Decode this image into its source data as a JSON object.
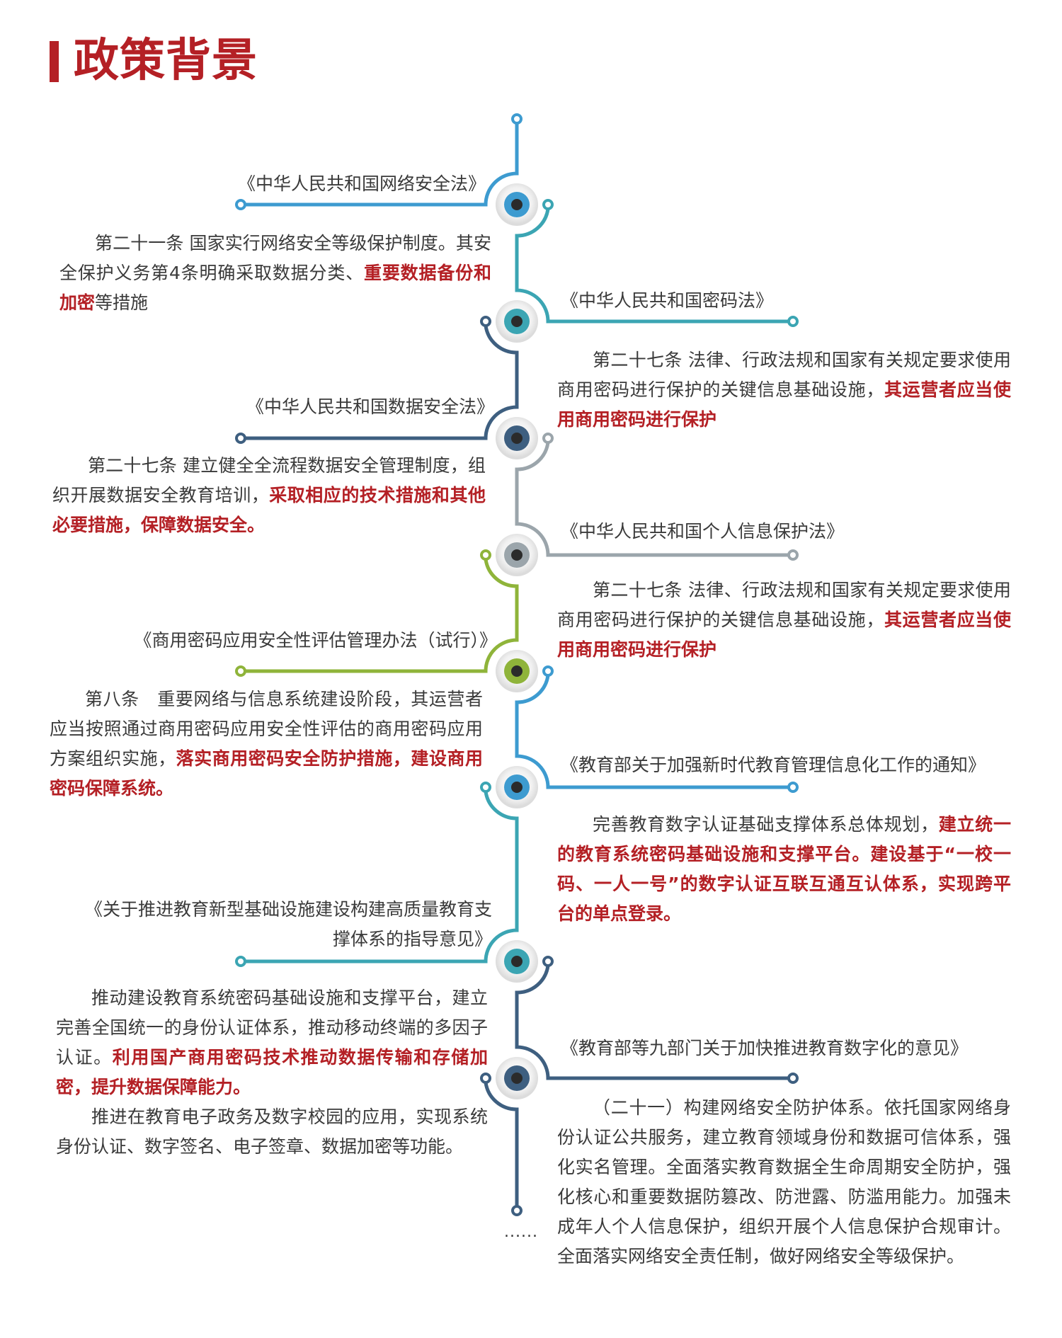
{
  "page_title": "政策背景",
  "colors": {
    "accent": "#b42025",
    "blue": "#3d9bd0",
    "teal": "#3ba5b3",
    "slate": "#3e5f80",
    "gray": "#9ba5ab",
    "green": "#8fb43a"
  },
  "timeline": {
    "node_colors": [
      "#3d9bd0",
      "#3ba5b3",
      "#3e5f80",
      "#9ba5ab",
      "#8fb43a",
      "#3d9bd0",
      "#3ba5b3",
      "#3e5f80"
    ],
    "tail_color": "#3e5f80",
    "ellipsis": "......"
  },
  "entries": [
    {
      "title": "《中华人民共和国网络安全法》",
      "paras": [
        [
          {
            "t": "第二十一条 国家实行网络安全等级保护制度。其安全保护义务第4条明确采取数据分类、"
          },
          {
            "t": "重要数据备份和加密",
            "hl": true
          },
          {
            "t": "等措施"
          }
        ]
      ]
    },
    {
      "title": "《中华人民共和国密码法》",
      "paras": [
        [
          {
            "t": "第二十七条 法律、行政法规和国家有关规定要求使用商用密码进行保护的关键信息基础设施，"
          },
          {
            "t": "其运营者应当使用商用密码进行保护",
            "hl": true
          }
        ]
      ]
    },
    {
      "title": "《中华人民共和国数据安全法》",
      "paras": [
        [
          {
            "t": "第二十七条 建立健全全流程数据安全管理制度，组织开展数据安全教育培训，"
          },
          {
            "t": "采取相应的技术措施和其他必要措施，保障数据安全。",
            "hl": true
          }
        ]
      ]
    },
    {
      "title": "《中华人民共和国个人信息保护法》",
      "paras": [
        [
          {
            "t": "第二十七条 法律、行政法规和国家有关规定要求使用商用密码进行保护的关键信息基础设施，"
          },
          {
            "t": "其运营者应当使用商用密码进行保护",
            "hl": true
          }
        ]
      ]
    },
    {
      "title": "《商用密码应用安全性评估管理办法（试行）》",
      "paras": [
        [
          {
            "t": "第八条　重要网络与信息系统建设阶段，其运营者应当按照通过商用密码应用安全性评估的商用密码应用方案组织实施，"
          },
          {
            "t": "落实商用密码安全防护措施，建设商用密码保障系统。",
            "hl": true
          }
        ]
      ]
    },
    {
      "title": "《教育部关于加强新时代教育管理信息化工作的通知》",
      "paras": [
        [
          {
            "t": "完善教育数字认证基础支撑体系总体规划，"
          },
          {
            "t": "建立统一的教育系统密码基础设施和支撑平台。建设基于“一校一码、一人一号”的数字认证互联互通互认体系，实现跨平台的单点登录。",
            "hl": true
          }
        ]
      ]
    },
    {
      "title": "《关于推进教育新型基础设施建设构建高质量教育支撑体系的指导意见》",
      "paras": [
        [
          {
            "t": "推动建设教育系统密码基础设施和支撑平台，建立完善全国统一的身份认证体系，推动移动终端的多因子认证。"
          },
          {
            "t": "利用国产商用密码技术推动数据传输和存储加密，提升数据保障能力。",
            "hl": true
          }
        ],
        [
          {
            "t": "推进在教育电子政务及数字校园的应用，实现系统身份认证、数字签名、电子签章、数据加密等功能。"
          }
        ]
      ]
    },
    {
      "title": "《教育部等九部门关于加快推进教育数字化的意见》",
      "paras": [
        [
          {
            "t": "（二十一）构建网络安全防护体系。依托国家网络身份认证公共服务，建立教育领域身份和数据可信体系，强化实名管理。全面落实教育数据全生命周期安全防护，强化核心和重要数据防篡改、防泄露、防滥用能力。加强未成年人个人信息保护，组织开展个人信息保护合规审计。全面落实网络安全责任制，做好网络安全等级保护。"
          }
        ]
      ]
    }
  ]
}
